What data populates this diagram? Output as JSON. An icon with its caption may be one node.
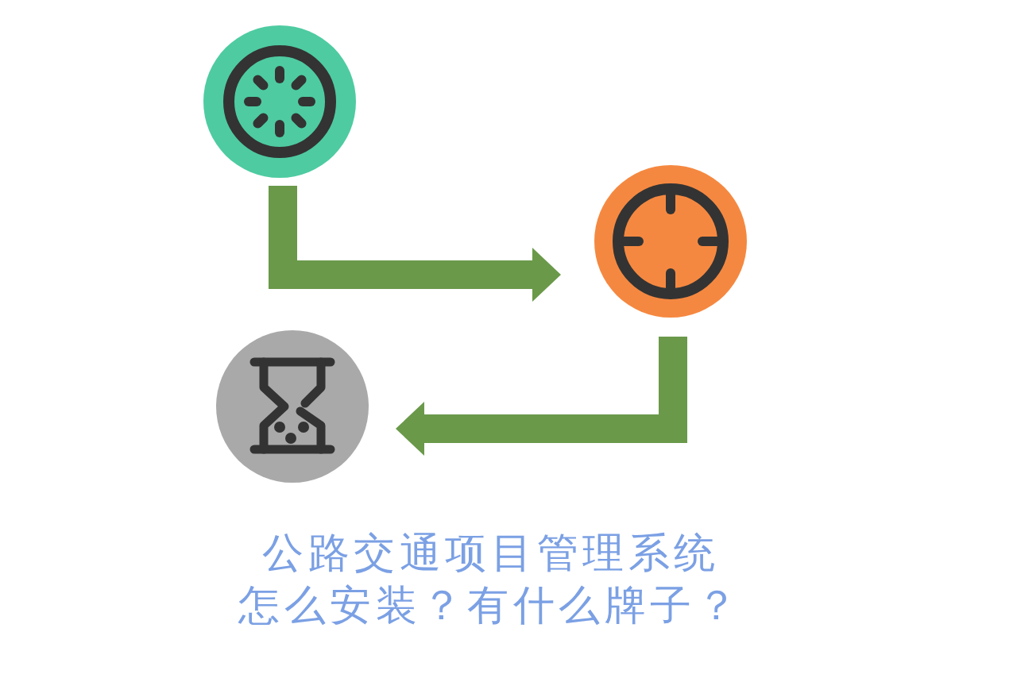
{
  "diagram": {
    "title": "公路交通项目管理系统怎么安装？有什么牌子？",
    "nodes": [
      {
        "text": [],
        "shape": "circle"
      },
      {
        "text": [],
        "shape": "circle"
      },
      {
        "text": [],
        "shape": "circle"
      }
    ],
    "edges": [
      {
        "from": 0,
        "to": 1,
        "arrow": "to"
      },
      {
        "from": 1,
        "to": 2,
        "arrow": "to"
      }
    ]
  }
}
